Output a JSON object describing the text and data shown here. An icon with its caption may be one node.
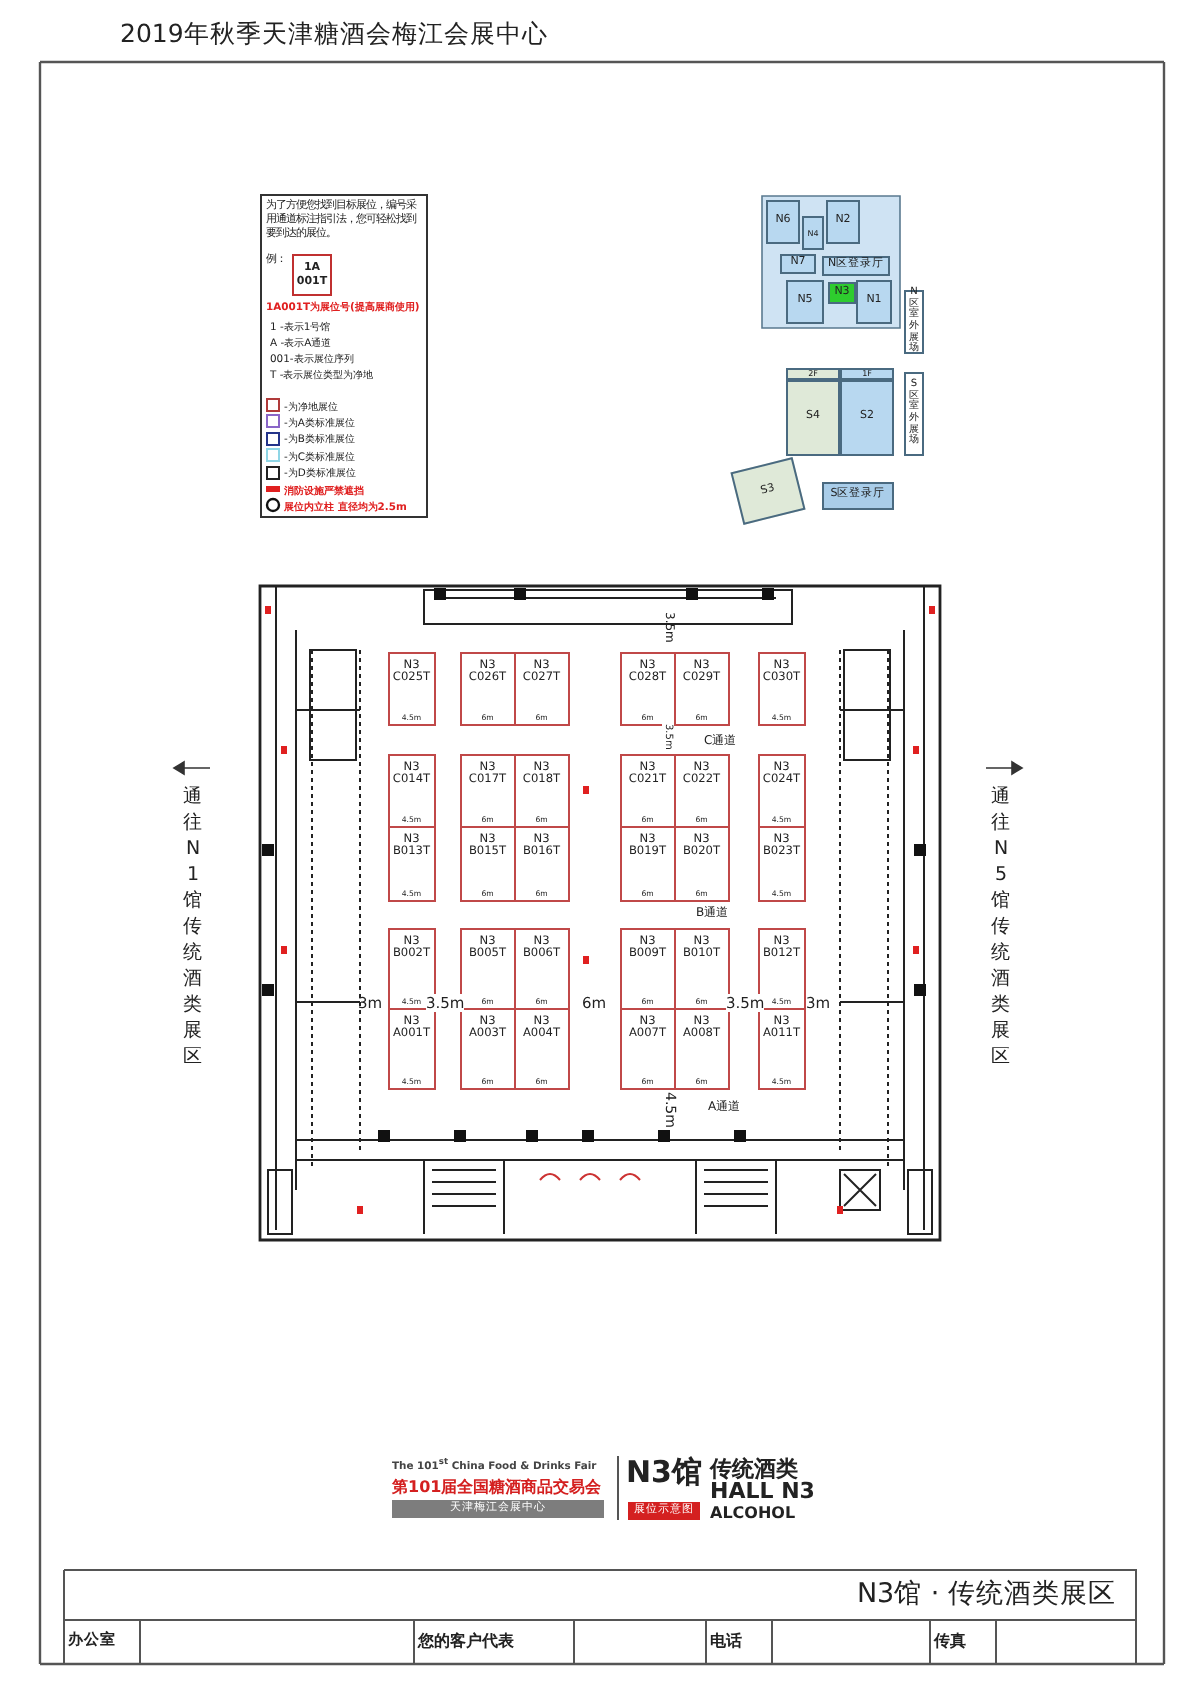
{
  "diagram": {
    "title": "2019年秋季天津糖酒会梅江会展中心",
    "nodes": [
      {
        "text": [
          "1A 001T"
        ]
      },
      {
        "text": [
          "N6"
        ]
      },
      {
        "text": [
          "N4"
        ]
      },
      {
        "text": [
          "N2"
        ]
      },
      {
        "text": [
          "N7"
        ]
      },
      {
        "text": [
          "N区登录厅"
        ]
      },
      {
        "text": [
          "N5"
        ]
      },
      {
        "text": [
          "N3"
        ]
      },
      {
        "text": [
          "N1"
        ]
      },
      {
        "text": [
          "N区室外展场"
        ]
      },
      {
        "text": [
          "2F"
        ]
      },
      {
        "text": [
          "1F"
        ]
      },
      {
        "text": [
          "S4"
        ]
      },
      {
        "text": [
          "S2"
        ]
      },
      {
        "text": [
          "S区室外展场"
        ]
      },
      {
        "text": [
          "S3"
        ]
      },
      {
        "text": [
          "S区登录厅"
        ]
      },
      {
        "text": [
          "N3 C025T",
          "4.5m"
        ]
      },
      {
        "text": [
          "N3 C026T",
          "6m"
        ]
      },
      {
        "text": [
          "N3 C027T",
          "6m"
        ]
      },
      {
        "text": [
          "N3 C028T",
          "6m"
        ]
      },
      {
        "text": [
          "N3 C029T",
          "6m"
        ]
      },
      {
        "text": [
          "N3 C030T",
          "4.5m"
        ]
      },
      {
        "text": [
          "N3 C014T",
          "4.5m"
        ]
      },
      {
        "text": [
          "N3 C017T",
          "6m"
        ]
      },
      {
        "text": [
          "N3 C018T",
          "6m"
        ]
      },
      {
        "text": [
          "N3 C021T",
          "6m"
        ]
      },
      {
        "text": [
          "N3 C022T",
          "6m"
        ]
      },
      {
        "text": [
          "N3 C024T",
          "4.5m"
        ]
      },
      {
        "text": [
          "N3 B013T",
          "4.5m"
        ]
      },
      {
        "text": [
          "N3 B015T",
          "6m"
        ]
      },
      {
        "text": [
          "N3 B016T",
          "6m"
        ]
      },
      {
        "text": [
          "N3 B019T",
          "6m"
        ]
      },
      {
        "text": [
          "N3 B020T",
          "6m"
        ]
      },
      {
        "text": [
          "N3 B023T",
          "4.5m"
        ]
      },
      {
        "text": [
          "N3 B002T",
          "4.5m"
        ]
      },
      {
        "text": [
          "N3 B005T",
          "6m"
        ]
      },
      {
        "text": [
          "N3 B006T",
          "6m"
        ]
      },
      {
        "text": [
          "N3 B009T",
          "6m"
        ]
      },
      {
        "text": [
          "N3 B010T",
          "6m"
        ]
      },
      {
        "text": [
          "N3 B012T",
          "4.5m"
        ]
      },
      {
        "text": [
          "N3 A001T",
          "4.5m"
        ]
      },
      {
        "text": [
          "N3 A003T",
          "6m"
        ]
      },
      {
        "text": [
          "N3 A004T",
          "6m"
        ]
      },
      {
        "text": [
          "N3 A007T",
          "6m"
        ]
      },
      {
        "text": [
          "N3 A008T",
          "6m"
        ]
      },
      {
        "text": [
          "N3 A011T",
          "4.5m"
        ]
      }
    ],
    "labels": [
      "为了方便您找到目标展位，编号采用通道标注指引法，您可轻松找到要到达的展位。",
      "例：",
      "1A001T为展位号(提高展商使用)",
      "1 -表示1号馆",
      "A -表示A通道",
      "001-表示展位序列",
      "T -表示展位类型为净地",
      "3.5m",
      "C通道",
      "3.5m",
      "3m",
      "3.5m",
      "6m",
      "3.5m",
      "3m",
      "B通道",
      "4.5m",
      "A通道",
      "通往N1馆传统酒类展区",
      "通往N5馆传统酒类展区",
      "The 101$^{st}$ China Food & Drinks Fair",
      "第101届全国糖酒商品交易会",
      "天津梅江会展中心",
      "N3馆",
      "展位示意图",
      "传统酒类",
      "HALL N3",
      "ALCOHOL",
      "N3馆 · 传统酒类展区",
      "办公室",
      "您的客户代表",
      "电话",
      "传真"
    ],
    "legend": [
      {
        "text": "-为净地展位",
        "color": "#b03a3a"
      },
      {
        "text": "-为A类标准展位",
        "color": "#8a66c8"
      },
      {
        "text": "-为B类标准展位",
        "color": "#24348a"
      },
      {
        "text": "-为C类标准展位",
        "color": "#8fd6e6"
      },
      {
        "text": "-为D类标准展位",
        "color": "#222222"
      },
      {
        "text": "消防设施严禁遮挡",
        "color": "#e02020"
      },
      {
        "text": "展位内立柱 直径均为2.5m"
      }
    ]
  }
}
